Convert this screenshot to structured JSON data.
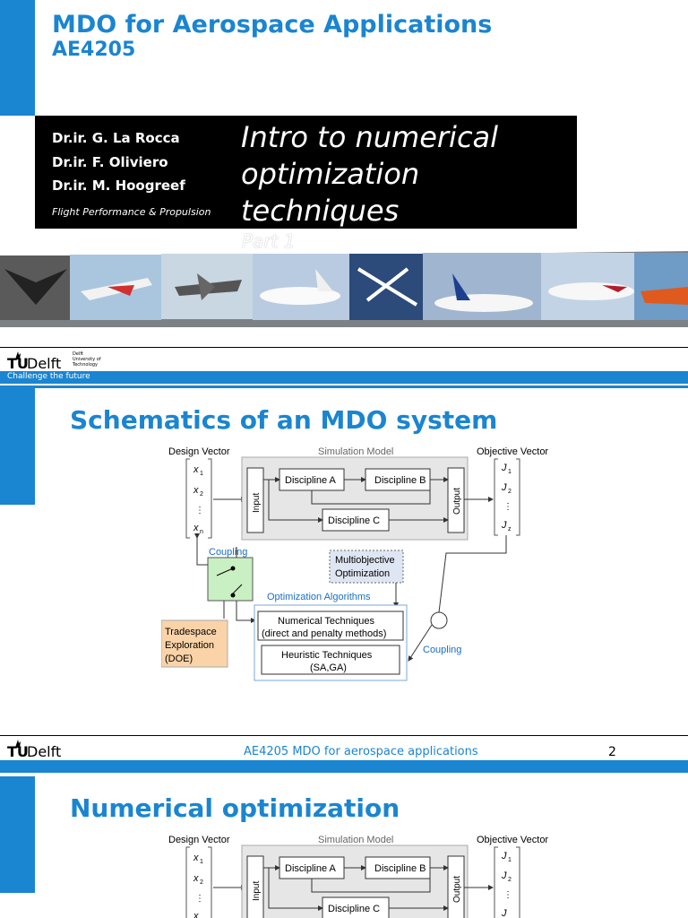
{
  "slide1": {
    "title": "MDO for Aerospace Applications",
    "code": "AE4205",
    "authors": [
      "Dr.ir. G. La Rocca",
      "Dr.ir. F. Oliviero",
      "Dr.ir. M. Hoogreef"
    ],
    "department": "Flight Performance & Propulsion",
    "subtitle_lines": [
      "Intro to numerical",
      "optimization",
      "techniques"
    ],
    "part_label": "Part 1",
    "logo_tu": "TU",
    "logo_delft": "Delft",
    "logo_small": [
      "Delft",
      "University of",
      "Technology"
    ],
    "tagline": "Challenge the future"
  },
  "slide2": {
    "title": "Schematics of an MDO system",
    "footer_center": "AE4205 MDO for aerospace applications",
    "page_number": "2",
    "logo_tu": "TU",
    "logo_delft": "Delft"
  },
  "slide3": {
    "title": "Numerical optimization"
  },
  "diagram": {
    "design_vector": "Design Vector",
    "simulation_model": "Simulation Model",
    "objective_vector": "Objective Vector",
    "input": "Input",
    "output": "Output",
    "discipline_a": "Discipline A",
    "discipline_b": "Discipline B",
    "discipline_c": "Discipline C",
    "coupling": "Coupling",
    "multiobjective": [
      "Multiobjective",
      "Optimization"
    ],
    "opt_algorithms": "Optimization Algorithms",
    "numerical": [
      "Numerical Techniques",
      "(direct and penalty methods)"
    ],
    "heuristic": [
      "Heuristic Techniques",
      "(SA,GA)"
    ],
    "tradespace": [
      "Tradespace",
      "Exploration",
      "(DOE)"
    ],
    "x_vars": [
      "x",
      "x",
      "⋮",
      "x"
    ],
    "x_subs": [
      "1",
      "2",
      "",
      "n"
    ],
    "j_vars": [
      "J",
      "J",
      "⋮",
      "J"
    ],
    "j_subs": [
      "1",
      "2",
      "",
      "z"
    ]
  },
  "colors": {
    "accent": "#1a85d0",
    "coupling_green": "#c9f0c2",
    "tradespace_orange": "#fbd3a8",
    "multiobj_blue": "#dfe6f3"
  }
}
